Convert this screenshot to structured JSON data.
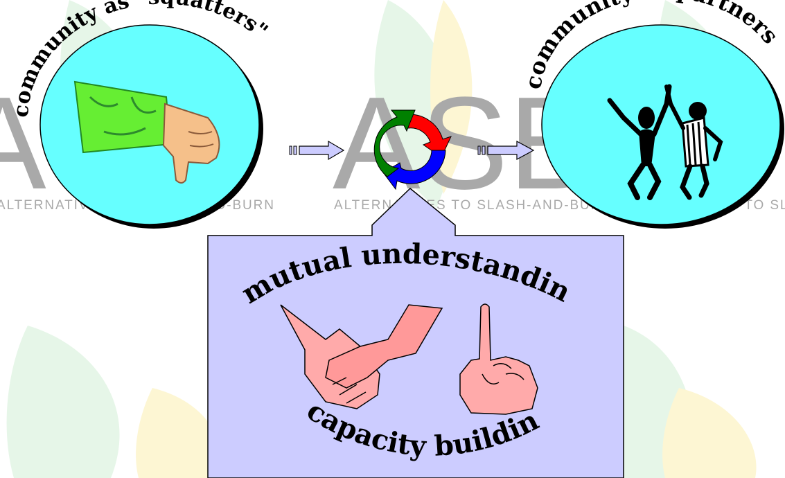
{
  "watermark": {
    "logo": "ASB",
    "tagline": "ALTERNATIVES TO SLASH-AND-BURN"
  },
  "left_circle": {
    "caption": "community as \"squatters\"",
    "icon": "thumbs-down-hand"
  },
  "right_circle": {
    "caption": "community as partners",
    "icon": "two-dancing-people"
  },
  "center_cycle": {
    "icon": "recycle-arrows",
    "colors": [
      "#ff0000",
      "#0000ff",
      "#008000"
    ]
  },
  "bottom_box": {
    "top_caption": "mutual understanding",
    "bottom_caption": "capacity building",
    "icons": [
      "handshake",
      "raised-index-finger"
    ]
  },
  "colors": {
    "circle_fill": "#66ffff",
    "box_fill": "#ccccff",
    "arrow_fill": "#ccccff",
    "leaf_green": "#c9eccf",
    "leaf_yellow": "#fdf1b5"
  }
}
